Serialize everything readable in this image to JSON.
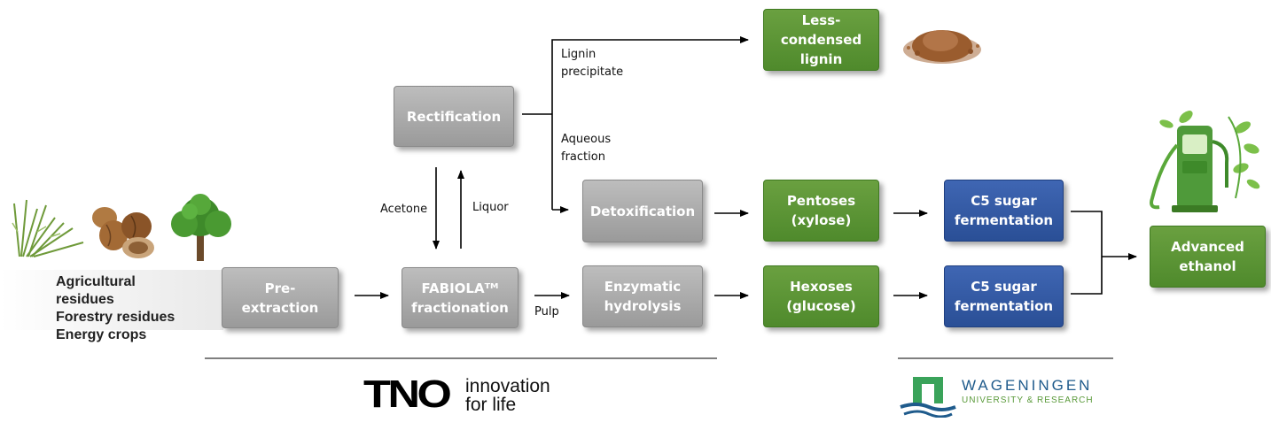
{
  "feedstock": {
    "lines": [
      "Agricultural",
      "residues",
      "Forestry residues",
      "Energy crops"
    ]
  },
  "boxes": {
    "pre_extraction": "Pre-\nextraction",
    "fabiola": "FABIOLAᵀᴹ\nfractionation",
    "rectification": "Rectification",
    "detoxification": "Detoxification",
    "enzymatic_hydrolysis": "Enzymatic\nhydrolysis",
    "lignin": "Less-\ncondensed\nlignin",
    "pentoses": "Pentoses\n(xylose)",
    "hexoses": "Hexoses\n(glucose)",
    "c5_top": "C5 sugar\nfermentation",
    "c5_bottom": "C5 sugar\nfermentation",
    "ethanol": "Advanced\nethanol"
  },
  "labels": {
    "acetone": "Acetone",
    "liquor": "Liquor",
    "lignin_precipitate": "Lignin\nprecipitate",
    "aqueous_fraction": "Aqueous\nfraction",
    "pulp": "Pulp"
  },
  "logos": {
    "tno_word": "TNO",
    "tno_tagline_1": "innovation",
    "tno_tagline_2": "for life",
    "wur_name": "WAGENINGEN",
    "wur_sub": "UNIVERSITY & RESEARCH"
  },
  "colors": {
    "grey_box": "#a8a8a8",
    "green_box": "#5a9435",
    "blue_box": "#2f57a3",
    "arrow": "#000000"
  },
  "icons": [
    "grass-icon",
    "walnut-icon",
    "tree-icon",
    "lignin-powder-icon",
    "fuel-pump-icon"
  ]
}
